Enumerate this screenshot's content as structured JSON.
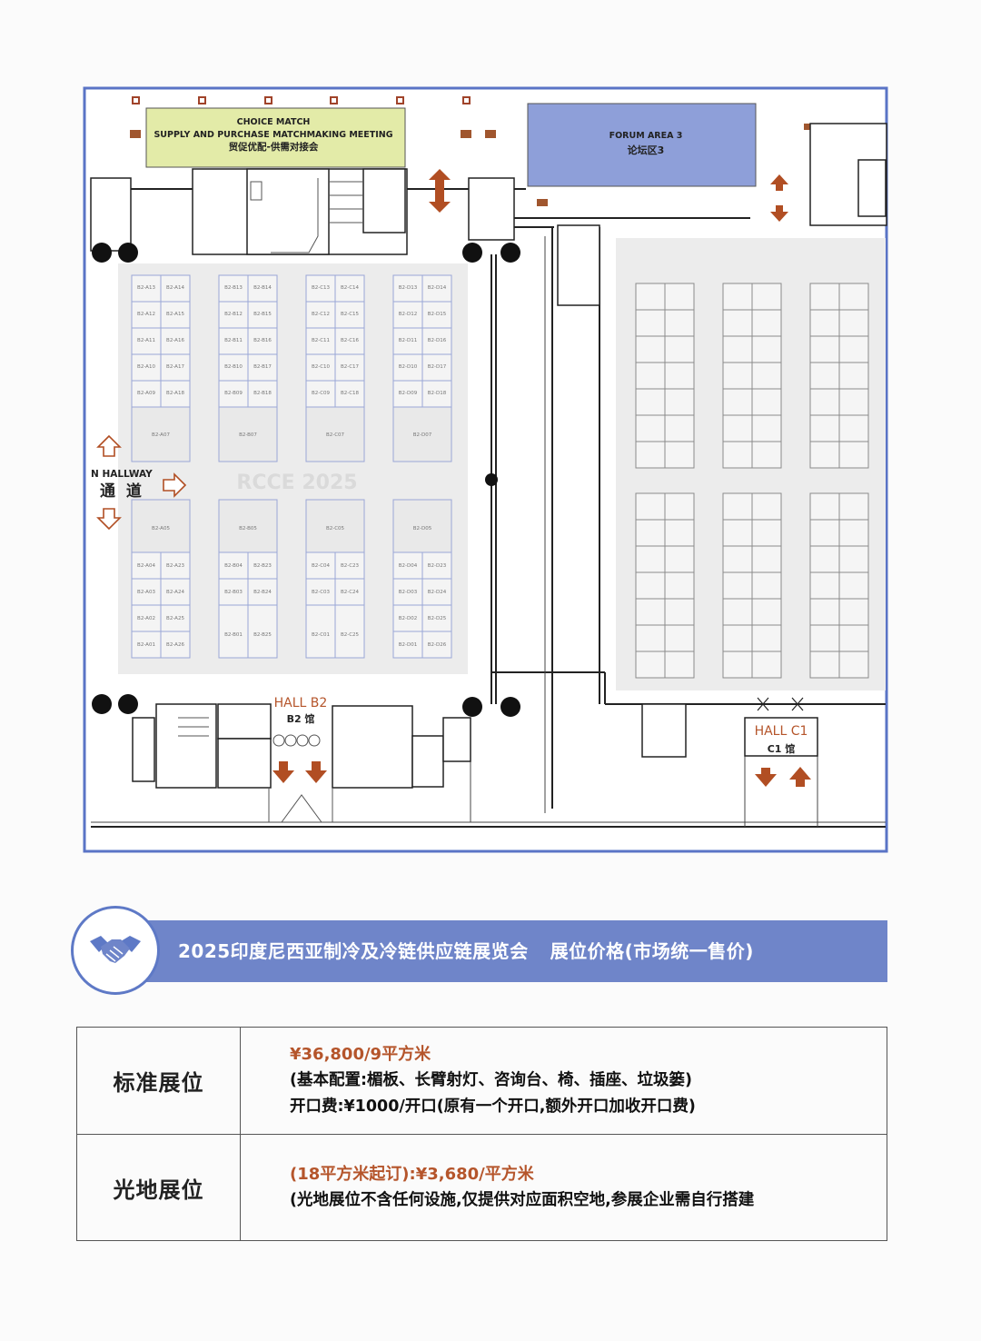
{
  "floorplan": {
    "choice_match": {
      "line1": "CHOICE MATCH",
      "line2": "SUPPLY AND PURCHASE MATCHMAKING MEETING",
      "line3": "贸促优配-供需对接会"
    },
    "forum": {
      "line1": "FORUM AREA 3",
      "line2": "论坛区3"
    },
    "hallway": {
      "en": "N HALLWAY",
      "cn": "通  道"
    },
    "watermark": "RCCE 2025",
    "hall_b2": {
      "en": "HALL B2",
      "cn": "B2 馆"
    },
    "hall_c1": {
      "en": "HALL C1",
      "cn": "C1 馆"
    },
    "booths_top": [
      [
        "B2-A13",
        "B2-A14",
        "B2-B13",
        "B2-B14",
        "B2-C13",
        "B2-C14",
        "B2-D13",
        "B2-D14"
      ],
      [
        "B2-A12",
        "B2-A15",
        "B2-B12",
        "B2-B15",
        "B2-C12",
        "B2-C15",
        "B2-D12",
        "B2-D15"
      ],
      [
        "B2-A11",
        "B2-A16",
        "B2-B11",
        "B2-B16",
        "B2-C11",
        "B2-C16",
        "B2-D11",
        "B2-D16"
      ],
      [
        "B2-A10",
        "B2-A17",
        "B2-B10",
        "B2-B17",
        "B2-C10",
        "B2-C17",
        "B2-D10",
        "B2-D17"
      ],
      [
        "B2-A09",
        "B2-A18",
        "B2-B09",
        "B2-B18",
        "B2-C09",
        "B2-C18",
        "B2-D09",
        "B2-D18"
      ]
    ],
    "booths_top_big": [
      "B2-A07",
      "B2-B07",
      "B2-C07",
      "B2-D07"
    ],
    "booths_bottom_big": [
      "B2-A05",
      "B2-B05",
      "B2-C05",
      "B2-D05"
    ],
    "booths_bottom": [
      [
        "B2-A04",
        "B2-A23",
        "B2-B04",
        "B2-B23",
        "B2-C04",
        "B2-C23",
        "B2-D04",
        "B2-D23"
      ],
      [
        "B2-A03",
        "B2-A24",
        "B2-B03",
        "B2-B24",
        "B2-C03",
        "B2-C24",
        "B2-D03",
        "B2-D24"
      ],
      [
        "B2-A02",
        "B2-A25",
        "",
        "",
        "",
        "",
        "B2-D02",
        "B2-D25"
      ],
      [
        "B2-A01",
        "B2-A26",
        "",
        "",
        "",
        "",
        "B2-D01",
        "B2-D26"
      ]
    ],
    "booths_bottom_tall": [
      "B2-B01",
      "B2-B25",
      "B2-C01",
      "B2-C25"
    ]
  },
  "pricing": {
    "banner_title": "2025印度尼西亚制冷及冷链供应链展览会",
    "banner_subtitle": "展位价格(市场统一售价)",
    "rows": [
      {
        "type": "标准展位",
        "price": "¥36,800/9平方米",
        "config": "(基本配置:楣板、长臂射灯、咨询台、椅、插座、垃圾篓)",
        "fee": "开口费:¥1000/开口(原有一个开口,额外开口加收开口费)"
      },
      {
        "type": "光地展位",
        "price": "(18平方米起订):¥3,680/平方米",
        "note": "(光地展位不含任何设施,仅提供对应面积空地,参展企业需自行搭建"
      }
    ]
  },
  "colors": {
    "banner": "#6f85c9",
    "accent_orange": "#b5552b",
    "forum_fill": "#8e9fd9",
    "choice_fill": "#e3eba8",
    "arrow_brown": "#b14e23",
    "frame_blue": "#5a74c6"
  }
}
